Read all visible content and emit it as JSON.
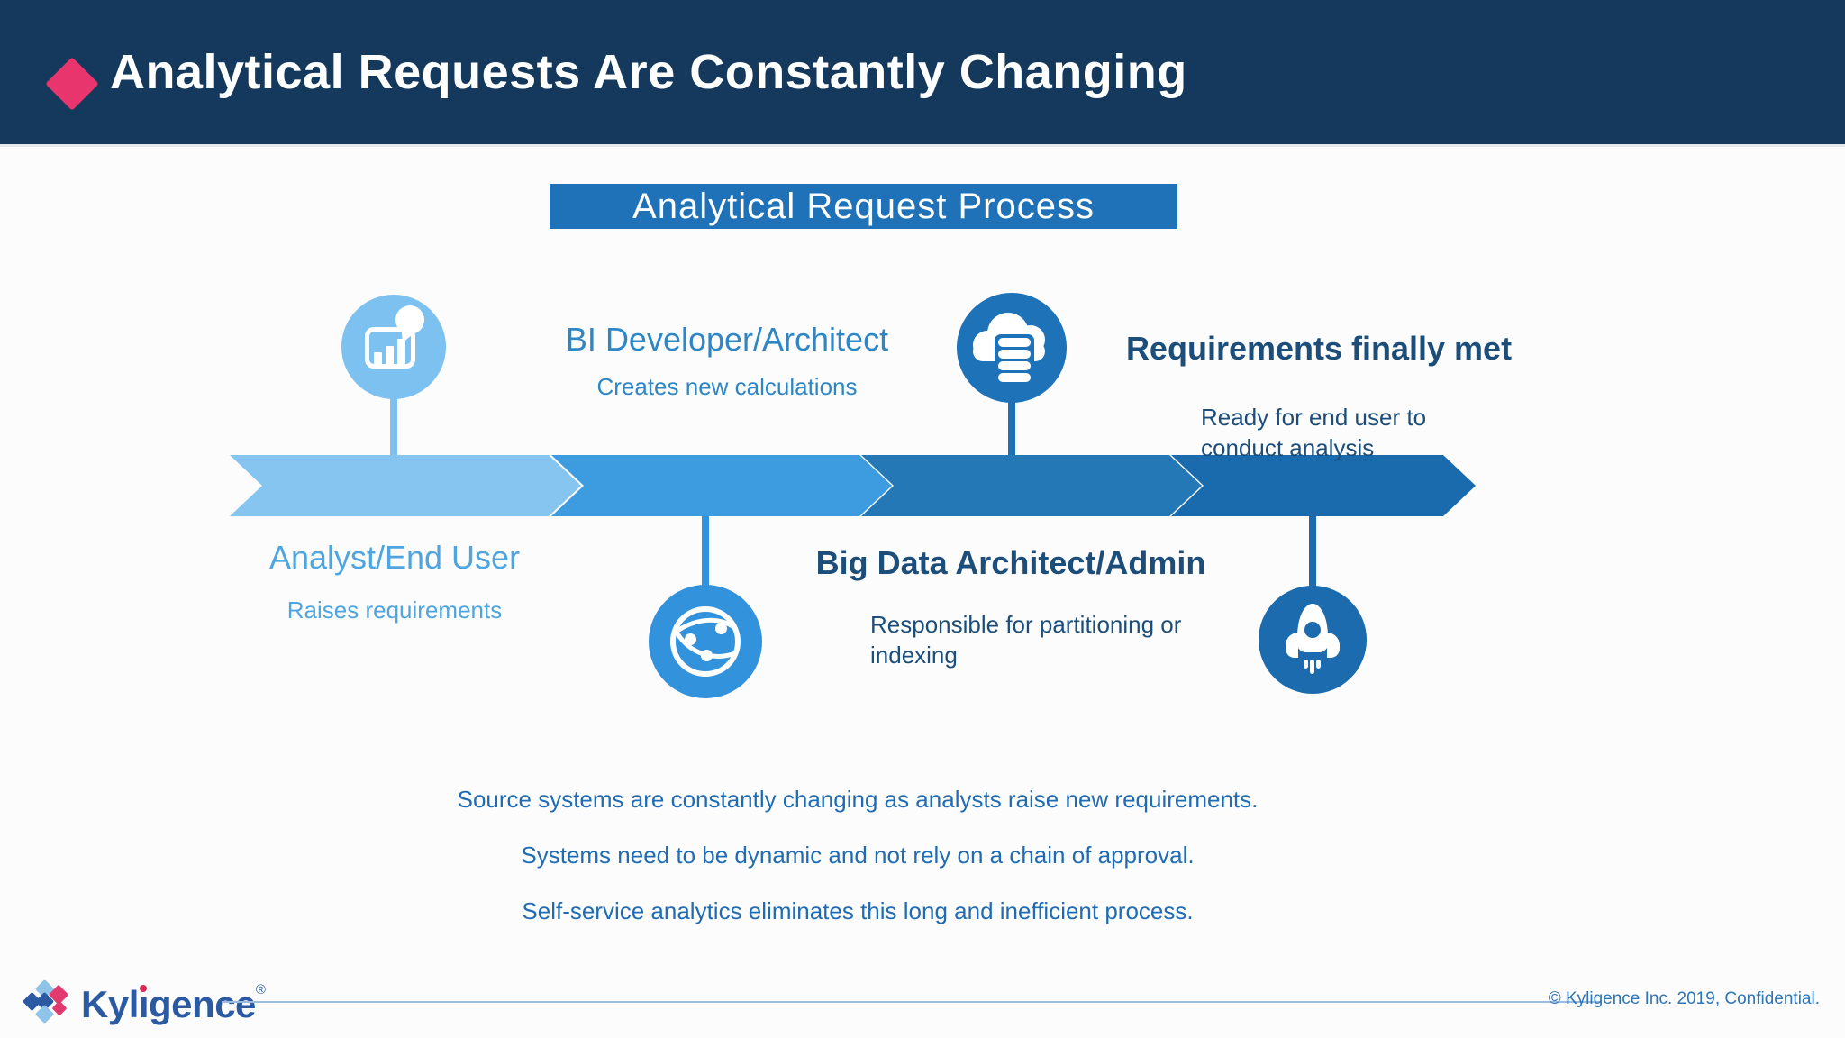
{
  "header": {
    "title": "Analytical Requests Are Constantly Changing"
  },
  "process": {
    "title": "Analytical Request Process",
    "steps": [
      {
        "role": "Analyst/End User",
        "desc": "Raises requirements",
        "icon": "bar-chart-speech-bubble-icon"
      },
      {
        "role": "BI Developer/Architect",
        "desc": "Creates new calculations",
        "icon": "globe-network-icon"
      },
      {
        "role": "Big Data Architect/Admin",
        "desc": "Responsible for partitioning or indexing",
        "icon": "cloud-database-icon"
      },
      {
        "role": "Requirements finally met",
        "desc": "Ready for end user to conduct analysis",
        "icon": "rocket-icon"
      }
    ]
  },
  "summary": [
    "Source systems are constantly changing as analysts raise new requirements.",
    "Systems need to be dynamic and not rely on a chain of approval.",
    "Self-service analytics eliminates this long and inefficient process."
  ],
  "footer": {
    "brand": "Kyligence",
    "brand_k": "Kyl",
    "brand_i": "ı",
    "brand_gence": "gence",
    "registered": "®",
    "copyright": "© Kyligence Inc. 2019, Confidential."
  },
  "colors": {
    "header_bg": "#14395C",
    "accent_pink": "#E8356D",
    "process_box_blue": "#1F72B8",
    "arrow_1": "#85C5F0",
    "arrow_2": "#3D9BE0",
    "arrow_3": "#2478B6",
    "arrow_4": "#1A6BAD",
    "step1_text": "#4FA5E0",
    "step2_text": "#2E86C4",
    "dark_text": "#1C4E79",
    "summary_text": "#1F6CB5",
    "brand_blue": "#2B5AA3",
    "brand_pink": "#E13A6F"
  }
}
